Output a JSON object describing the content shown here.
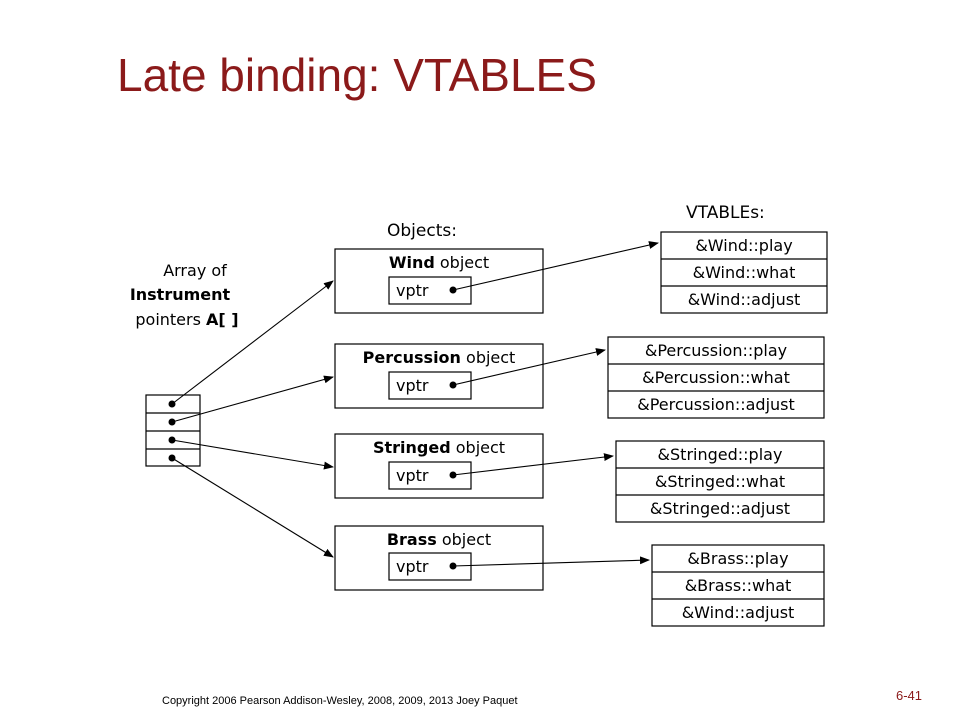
{
  "slide": {
    "title": "Late binding: VTABLES",
    "footer": "Copyright 2006 Pearson Addison-Wesley, 2008, 2009, 2013 Joey Paquet",
    "slide_number": "6-41"
  },
  "diagram": {
    "objects_header": "Objects:",
    "vtables_header": "VTABLEs:",
    "array_label": {
      "line1": "Array of",
      "line2": "Instrument",
      "line3_prefix": "pointers ",
      "line3_bold": "A[ ]"
    },
    "vptr_label": "vptr",
    "objects": [
      {
        "name": "Wind",
        "suffix": " object",
        "vtable": [
          "&Wind::play",
          "&Wind::what",
          "&Wind::adjust"
        ]
      },
      {
        "name": "Percussion",
        "suffix": " object",
        "vtable": [
          "&Percussion::play",
          "&Percussion::what",
          "&Percussion::adjust"
        ]
      },
      {
        "name": "Stringed",
        "suffix": " object",
        "vtable": [
          "&Stringed::play",
          "&Stringed::what",
          "&Stringed::adjust"
        ]
      },
      {
        "name": "Brass",
        "suffix": " object",
        "vtable": [
          "&Brass::play",
          "&Brass::what",
          "&Wind::adjust"
        ]
      }
    ]
  }
}
